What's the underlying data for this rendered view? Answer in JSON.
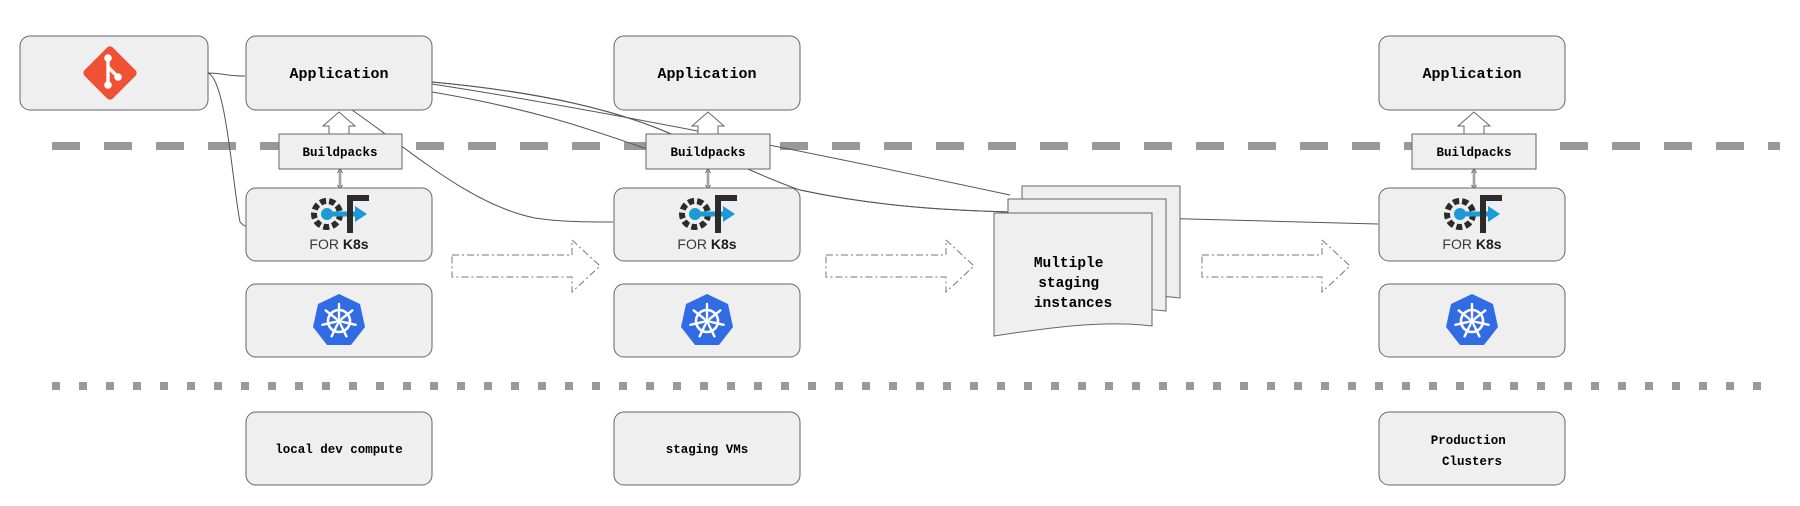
{
  "columns": [
    {
      "application_label": "Application",
      "buildpacks_label": "Buildpacks",
      "cf_prefix": "FOR ",
      "cf_suffix": "K8s",
      "compute_label": "local dev compute"
    },
    {
      "application_label": "Application",
      "buildpacks_label": "Buildpacks",
      "cf_prefix": "FOR ",
      "cf_suffix": "K8s",
      "compute_label": "staging VMs"
    },
    {
      "application_label": "Application",
      "buildpacks_label": "Buildpacks",
      "cf_prefix": "FOR ",
      "cf_suffix": "K8s",
      "compute_label": "Production Clusters"
    }
  ],
  "staging_doc": {
    "line1": "Multiple",
    "line2": "staging",
    "line3": "instances"
  },
  "compute_prod": {
    "line1": "Production",
    "line2": "Clusters"
  },
  "colors": {
    "git": "#f05033",
    "kubernetes": "#326ce5",
    "cf_dark": "#2b2b2b",
    "cf_blue": "#1c9ad6",
    "divider": "#999999",
    "box_fill": "#efefef"
  },
  "icons": [
    "git-icon",
    "cloud-foundry-icon",
    "kubernetes-icon",
    "dashed-arrow-icon"
  ]
}
